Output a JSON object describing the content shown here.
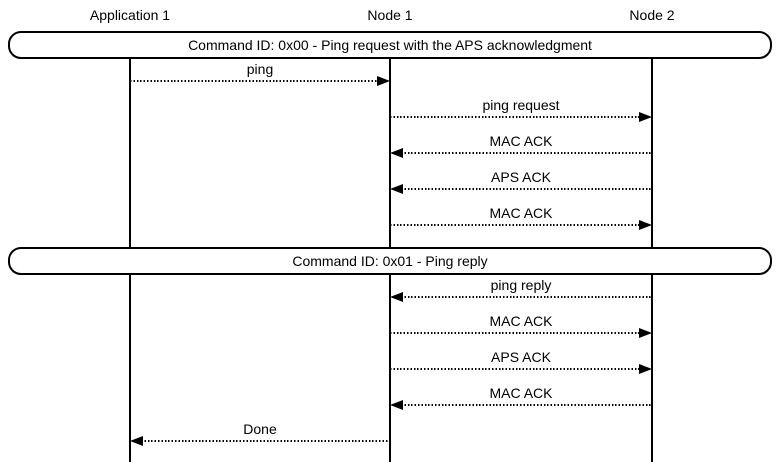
{
  "diagram": {
    "colors": {
      "stroke": "#000000",
      "background": "#ffffff"
    },
    "actors": [
      {
        "label": "Application 1"
      },
      {
        "label": "Node 1"
      },
      {
        "label": "Node 2"
      }
    ],
    "sequence": [
      {
        "type": "banner",
        "text": "Command ID: 0x00 - Ping request with the APS acknowledgment"
      },
      {
        "type": "message",
        "label": "ping",
        "from": 0,
        "to": 1
      },
      {
        "type": "message",
        "label": "ping request",
        "from": 1,
        "to": 2
      },
      {
        "type": "message",
        "label": "MAC ACK",
        "from": 2,
        "to": 1
      },
      {
        "type": "message",
        "label": "APS ACK",
        "from": 2,
        "to": 1
      },
      {
        "type": "message",
        "label": "MAC ACK",
        "from": 1,
        "to": 2
      },
      {
        "type": "banner",
        "text": "Command ID: 0x01 - Ping reply"
      },
      {
        "type": "message",
        "label": "ping reply",
        "from": 2,
        "to": 1
      },
      {
        "type": "message",
        "label": "MAC ACK",
        "from": 1,
        "to": 2
      },
      {
        "type": "message",
        "label": "APS ACK",
        "from": 1,
        "to": 2
      },
      {
        "type": "message",
        "label": "MAC ACK",
        "from": 2,
        "to": 1
      },
      {
        "type": "message",
        "label": "Done",
        "from": 1,
        "to": 0
      }
    ]
  }
}
